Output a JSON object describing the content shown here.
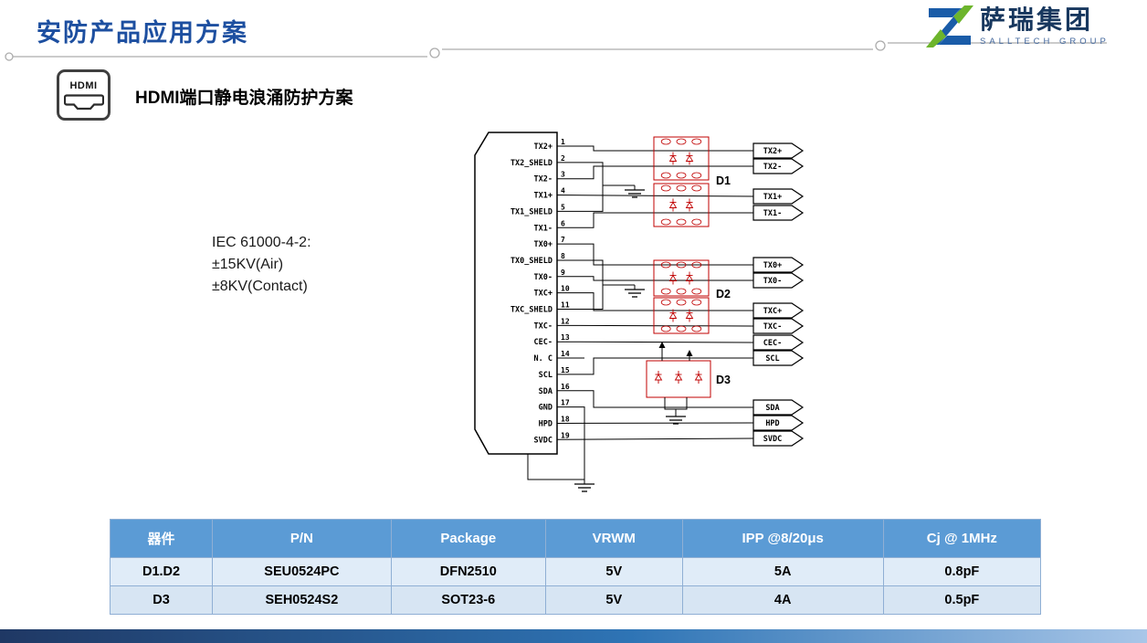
{
  "page": {
    "title": "安防产品应用方案",
    "section_title": "HDMI端口静电浪涌防护方案"
  },
  "logo": {
    "company_cn": "萨瑞集团",
    "company_en": "SALLTECH GROUP"
  },
  "hdmi_icon": {
    "label": "HDMI"
  },
  "spec": {
    "lines": [
      "IEC 61000-4-2:",
      "±15KV(Air)",
      "±8KV(Contact)"
    ]
  },
  "schematic": {
    "pins": [
      {
        "num": "1",
        "name": "TX2+"
      },
      {
        "num": "2",
        "name": "TX2_SHELD"
      },
      {
        "num": "3",
        "name": "TX2-"
      },
      {
        "num": "4",
        "name": "TX1+"
      },
      {
        "num": "5",
        "name": "TX1_SHELD"
      },
      {
        "num": "6",
        "name": "TX1-"
      },
      {
        "num": "7",
        "name": "TX0+"
      },
      {
        "num": "8",
        "name": "TX0_SHELD"
      },
      {
        "num": "9",
        "name": "TX0-"
      },
      {
        "num": "10",
        "name": "TXC+"
      },
      {
        "num": "11",
        "name": "TXC_SHELD"
      },
      {
        "num": "12",
        "name": "TXC-"
      },
      {
        "num": "13",
        "name": "CEC-"
      },
      {
        "num": "14",
        "name": "N. C"
      },
      {
        "num": "15",
        "name": "SCL"
      },
      {
        "num": "16",
        "name": "SDA"
      },
      {
        "num": "17",
        "name": "GND"
      },
      {
        "num": "18",
        "name": "HPD"
      },
      {
        "num": "19",
        "name": "SVDC"
      }
    ],
    "devices": [
      "D1",
      "D2",
      "D3"
    ],
    "outputs": [
      "TX2+",
      "TX2-",
      "TX1+",
      "TX1-",
      "TX0+",
      "TX0-",
      "TXC+",
      "TXC-",
      "CEC-",
      "SCL",
      "SDA",
      "HPD",
      "SVDC"
    ]
  },
  "table": {
    "headers": [
      "器件",
      "P/N",
      "Package",
      "VRWM",
      "IPP @8/20μs",
      "Cj @ 1MHz"
    ],
    "rows": [
      [
        "D1.D2",
        "SEU0524PC",
        "DFN2510",
        "5V",
        "5A",
        "0.8pF"
      ],
      [
        "D3",
        "SEH0524S2",
        "SOT23-6",
        "5V",
        "4A",
        "0.5pF"
      ]
    ]
  },
  "colors": {
    "brand_blue": "#1D4FA0",
    "table_header_blue": "#5B9BD5",
    "table_row_blue": "#DEEBF7",
    "device_red": "#C00000",
    "logo_green": "#6DB52C"
  }
}
